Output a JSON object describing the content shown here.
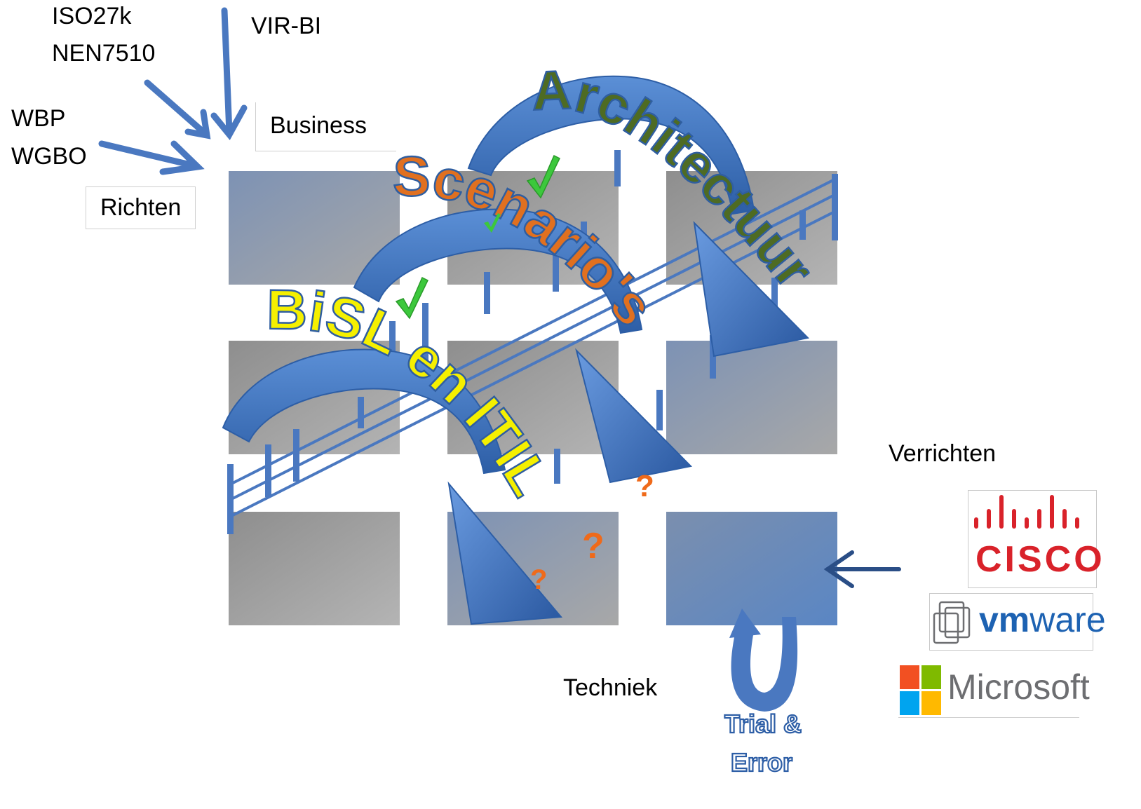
{
  "labels": {
    "iso27k": "ISO27k",
    "nen7510": "NEN7510",
    "virbi": "VIR-BI",
    "wbp": "WBP",
    "wgbo": "WGBO",
    "business": "Business",
    "richten": "Richten",
    "verrichten": "Verrichten",
    "techniek": "Techniek"
  },
  "arcs": {
    "architectuur": "Architectuur",
    "scenarios": "Scenario's",
    "bisl_itil": "BiSL en ITIL"
  },
  "trial_error": {
    "line1": "Trial &",
    "line2": "Error"
  },
  "question_mark": "?",
  "logos": {
    "cisco": "CISCO",
    "vmware_vm": "vm",
    "vmware_ware": "ware",
    "microsoft": "Microsoft"
  },
  "colors": {
    "arrow_blue": "#4a78c0",
    "grid_grey": "#a4a4a4",
    "grid_blue_grey": "#8a9ab0",
    "architectuur_fill": "#4e6b23",
    "scenarios_fill": "#e07020",
    "bisl_fill": "#f5f000",
    "check_green": "#3cc83c",
    "question_orange": "#ef6a1a",
    "cisco_red": "#d9222a",
    "vmware_blue": "#1d62b2",
    "vmware_grey": "#6d6e71",
    "ms_red": "#f25022",
    "ms_green": "#7fba00",
    "ms_blue": "#00a4ef",
    "ms_yellow": "#ffb900"
  },
  "icons": [
    "checkmark-icon",
    "question-mark-icon",
    "arrow-icon",
    "loop-arrow-icon",
    "cisco-logo",
    "vmware-logo",
    "microsoft-logo"
  ]
}
